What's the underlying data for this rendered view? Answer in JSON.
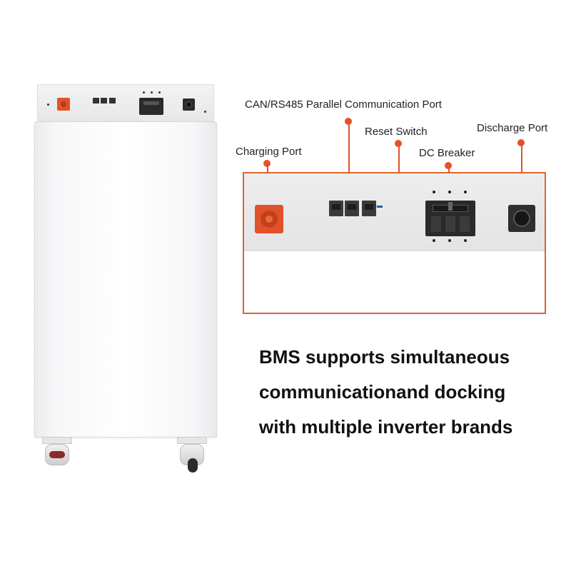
{
  "callouts": {
    "can_rs485": "CAN/RS485 Parallel Communication Port",
    "reset_switch": "Reset Switch",
    "discharge_port": "Discharge Port",
    "charging_port": "Charging Port",
    "dc_breaker": "DC Breaker"
  },
  "headline": {
    "line1": "BMS supports simultaneous",
    "line2": "communicationand docking",
    "line3": "with multiple inverter brands"
  },
  "colors": {
    "accent": "#e2522a",
    "frame": "#d9652f",
    "text": "#111111"
  }
}
